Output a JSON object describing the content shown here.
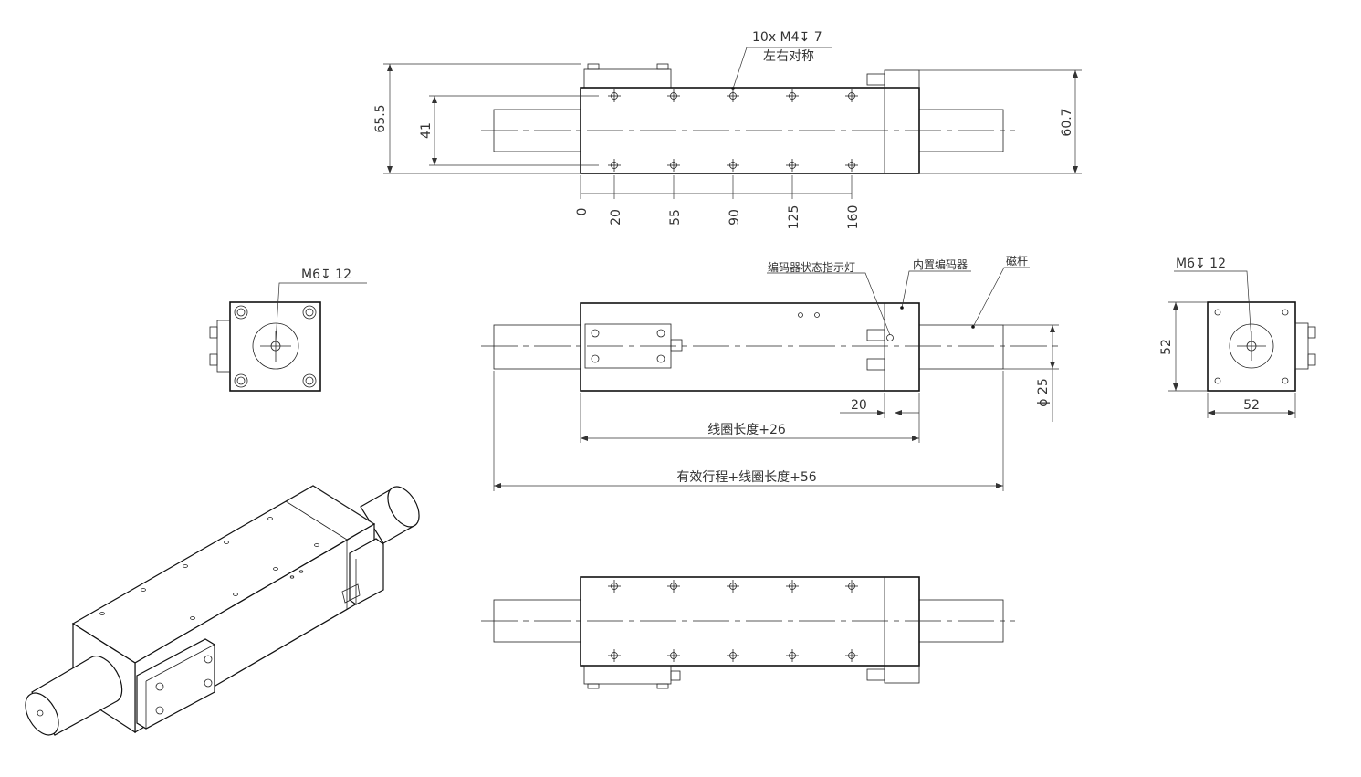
{
  "top_view": {
    "hole_note": "10x  M4↧ 7",
    "hole_note_sub": "左右对称",
    "dim_height_total": "65.5",
    "dim_hole_spacing": "41",
    "dim_height_right": "60.7",
    "x_positions": [
      "0",
      "20",
      "55",
      "90",
      "125",
      "160"
    ]
  },
  "left_view": {
    "thread_note": "M6↧ 12"
  },
  "front_view": {
    "label_led": "编码器状态指示灯",
    "label_encoder": "内置编码器",
    "label_rod": "磁杆",
    "dim_end": "20",
    "dim_diameter": "ϕ 25",
    "dim_coil": "线圈长度+26",
    "dim_total": "有效行程+线圈长度+56"
  },
  "right_view": {
    "thread_note": "M6↧ 12",
    "dim_height": "52",
    "dim_width": "52"
  }
}
